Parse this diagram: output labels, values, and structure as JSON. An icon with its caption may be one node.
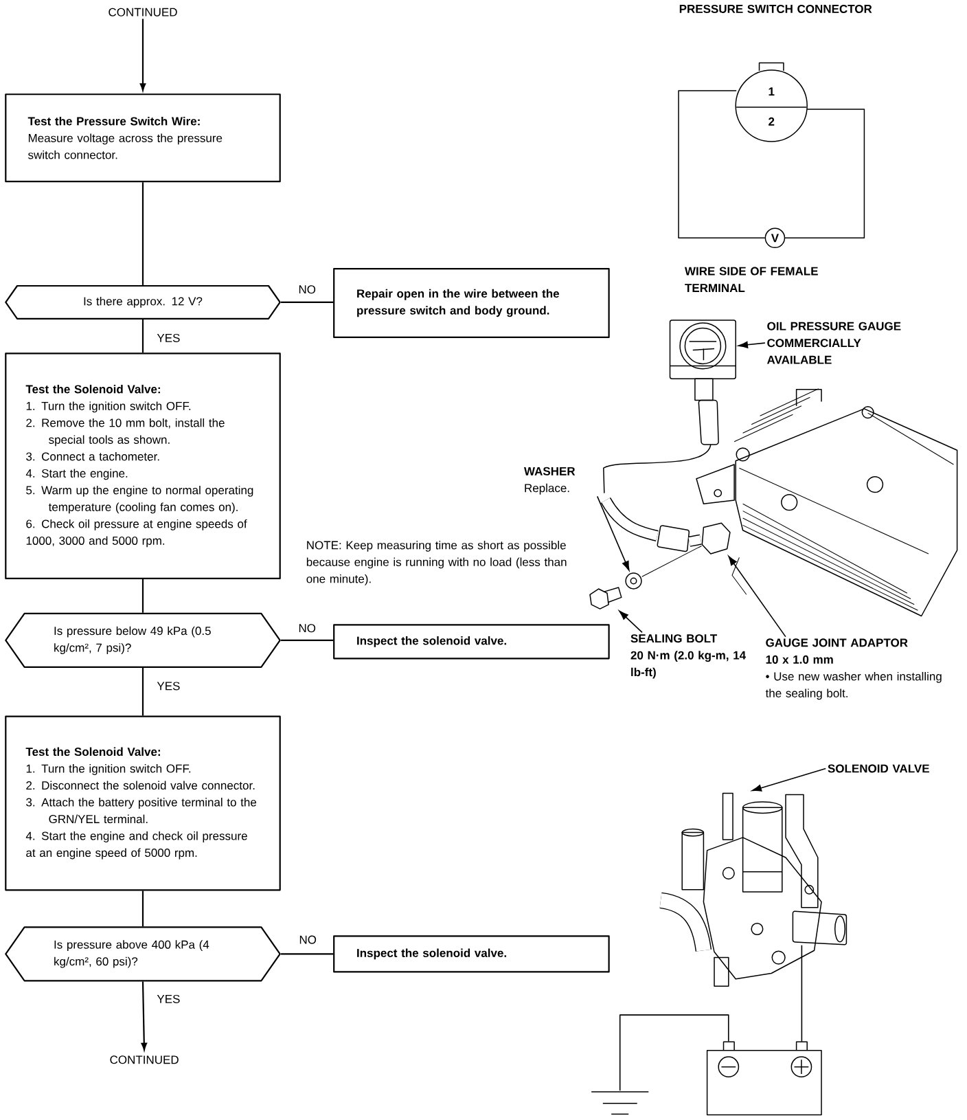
{
  "diagram": {
    "nodes": [
      {
        "text": [
          "CONTINUED"
        ]
      },
      {
        "text": [
          "Test the Pressure Switch Wire:",
          "Measure voltage across the pressure switch connector."
        ]
      },
      {
        "text": [
          "Is there approx. 12 V?"
        ]
      },
      {
        "text": [
          "Repair open in the wire between the pressure switch and body ground."
        ]
      },
      {
        "text": [
          "Test the Solenoid Valve:",
          "1. Turn the ignition switch OFF.",
          "2. Remove the 10 mm bolt, install the special tools as shown.",
          "3. Connect a tachometer.",
          "4. Start the engine.",
          "5. Warm up the engine to normal operating temperature (cooling fan comes on).",
          "6. Check oil pressure at engine speeds of 1000, 3000 and 5000 rpm."
        ]
      },
      {
        "text": [
          "Is pressure below 49 kPa (0.5 kg/cm², 7 psi)?"
        ]
      },
      {
        "text": [
          "Inspect the solenoid valve."
        ]
      },
      {
        "text": [
          "Test the Solenoid Valve:",
          "1. Turn the ignition switch OFF.",
          "2. Disconnect the solenoid valve connector.",
          "3. Attach the battery positive terminal to the GRN/YEL terminal.",
          "4. Start the engine and check oil pressure at an engine speed of 5000 rpm."
        ]
      },
      {
        "text": [
          "Is pressure above 400 kPa (4 kg/cm², 60 psi)?"
        ]
      },
      {
        "text": [
          "Inspect the solenoid valve."
        ]
      },
      {
        "text": [
          "CONTINUED"
        ]
      },
      {
        "text": [
          "OIL PRESSURE GAUGE COMMERCIALLY AVAILABLE"
        ]
      },
      {
        "text": [
          "WASHER",
          "Replace."
        ]
      },
      {
        "text": [
          "SEALING BOLT",
          "20 N·m (2.0 kg-m, 14 lb-ft)"
        ]
      },
      {
        "text": [
          "GAUGE JOINT ADAPTOR",
          "10 x 1.0 mm",
          "• Use new washer when installing the sealing bolt."
        ]
      },
      {
        "text": [
          "SOLENOID VALVE"
        ]
      },
      {
        "text": [],
        "shape": "picture"
      },
      {
        "text": [],
        "shape": "picture"
      },
      {
        "text": [],
        "shape": "picture"
      },
      {
        "text": [],
        "shape": "picture"
      },
      {
        "text": [],
        "shape": "picture"
      },
      {
        "text": [],
        "shape": "picture"
      },
      {
        "text": [],
        "shape": "picture"
      }
    ],
    "edges": [
      {
        "from": 0,
        "to": 1,
        "arrow": "to"
      },
      {
        "from": 1,
        "to": 2,
        "arrow": "none"
      },
      {
        "from": 2,
        "to": 3,
        "arrow": "none",
        "label": "NO"
      },
      {
        "from": 2,
        "to": 4,
        "arrow": "none",
        "label": "YES"
      },
      {
        "from": 4,
        "to": 5,
        "arrow": "none"
      },
      {
        "from": 5,
        "to": 6,
        "arrow": "none",
        "label": "NO"
      },
      {
        "from": 5,
        "to": 7,
        "arrow": "none",
        "label": "YES"
      },
      {
        "from": 7,
        "to": 8,
        "arrow": "none"
      },
      {
        "from": 8,
        "to": 9,
        "arrow": "none",
        "label": "NO"
      },
      {
        "from": 8,
        "to": 10,
        "arrow": "to",
        "label": "YES"
      },
      {
        "from": 11,
        "to": 16,
        "arrow": "to"
      },
      {
        "from": 12,
        "to": 17,
        "arrow": "to"
      },
      {
        "from": 13,
        "to": 18,
        "arrow": "to"
      },
      {
        "from": 14,
        "to": 19,
        "arrow": "to"
      },
      {
        "from": 15,
        "to": 20,
        "arrow": "to"
      },
      {
        "from": 21,
        "to": 22,
        "arrow": "none"
      },
      {
        "from": 21,
        "to": 20,
        "arrow": "none"
      },
      {
        "from": 17,
        "to": 19,
        "arrow": "none"
      }
    ],
    "labels": [
      "PRESSURE SWITCH CONNECTOR",
      "1",
      "2",
      "V",
      "WIRE SIDE OF FEMALE TERMINAL",
      "NOTE: Keep measuring time as short as possible because engine is running with no load (less than one minute)."
    ]
  }
}
